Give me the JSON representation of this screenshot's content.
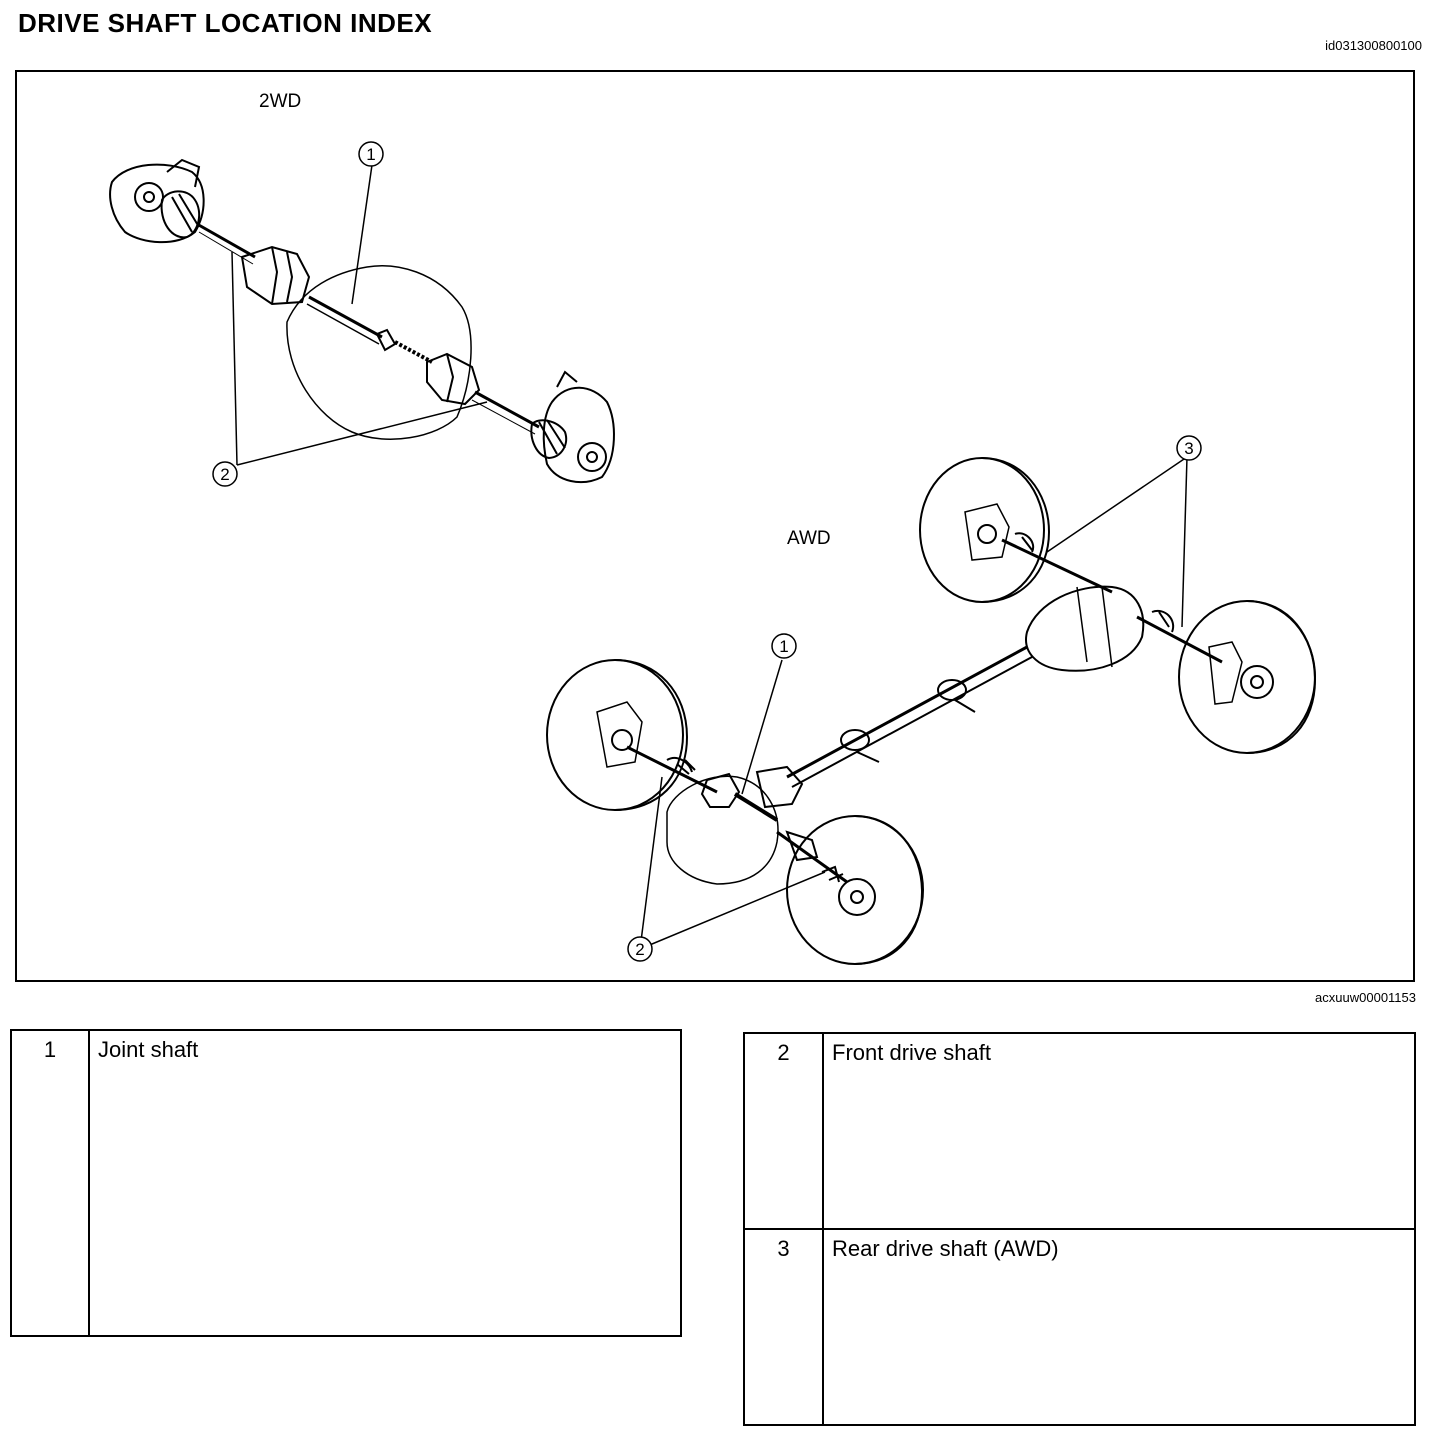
{
  "page": {
    "title": "DRIVE SHAFT LOCATION INDEX",
    "doc_id": "id031300800100"
  },
  "figure": {
    "figure_id": "acxuuw00001153",
    "labels": {
      "twowd": "2WD",
      "awd": "AWD"
    },
    "callouts": {
      "c1": "1",
      "c2": "2",
      "c3": "3"
    }
  },
  "legend": {
    "left": [
      {
        "num": "1",
        "text": "Joint shaft"
      }
    ],
    "right": [
      {
        "num": "2",
        "text": "Front drive shaft"
      },
      {
        "num": "3",
        "text": "Rear drive shaft (AWD)"
      }
    ]
  }
}
